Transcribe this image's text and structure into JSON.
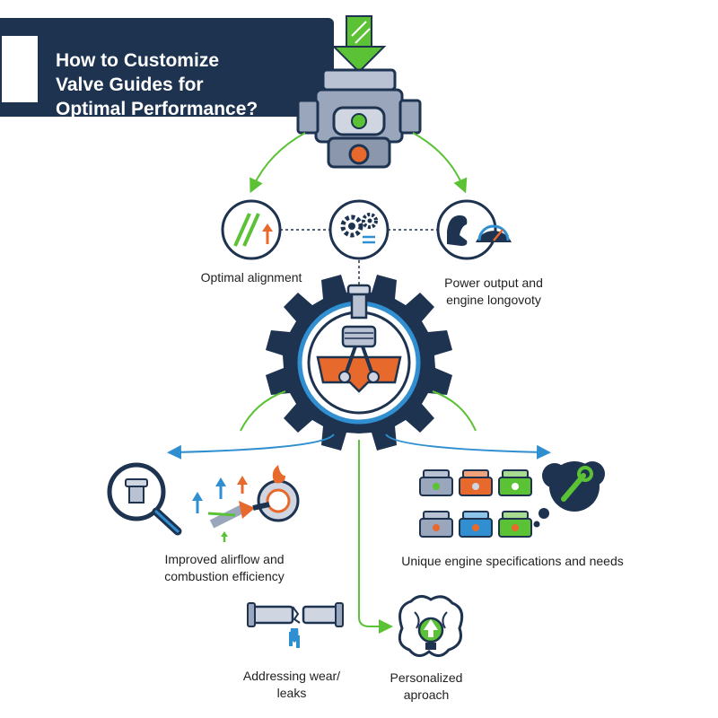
{
  "title": "How to Customize\nValve Guides for\nOptimal Performance?",
  "colors": {
    "navy": "#1d3350",
    "green": "#5bc236",
    "blue": "#2f8fd0",
    "orange": "#e8692c",
    "steel": "#8a97ad"
  },
  "icons": {
    "top": "engine-block-icon",
    "alignment": "alignment-arrows-icon",
    "hub": "gears-icon",
    "power": "flexed-arm-gauge-icon",
    "center": "gear-piston-icon",
    "airflow": "magnifier-valve-guide-icon",
    "specs": "engine-grid-icon",
    "wear": "broken-pipe-leak-icon",
    "personal": "brain-bulb-icon"
  },
  "labels": {
    "optimal_alignment": "Optimal alignment",
    "power_output": "Power output and\nengine longovoty",
    "airflow": "Improved alirflow and\ncombustion efficiency",
    "specs": "Unique engine specifications and needs",
    "wear": "Addressing wear/\nleaks",
    "personalized": "Personalized\naproach"
  }
}
